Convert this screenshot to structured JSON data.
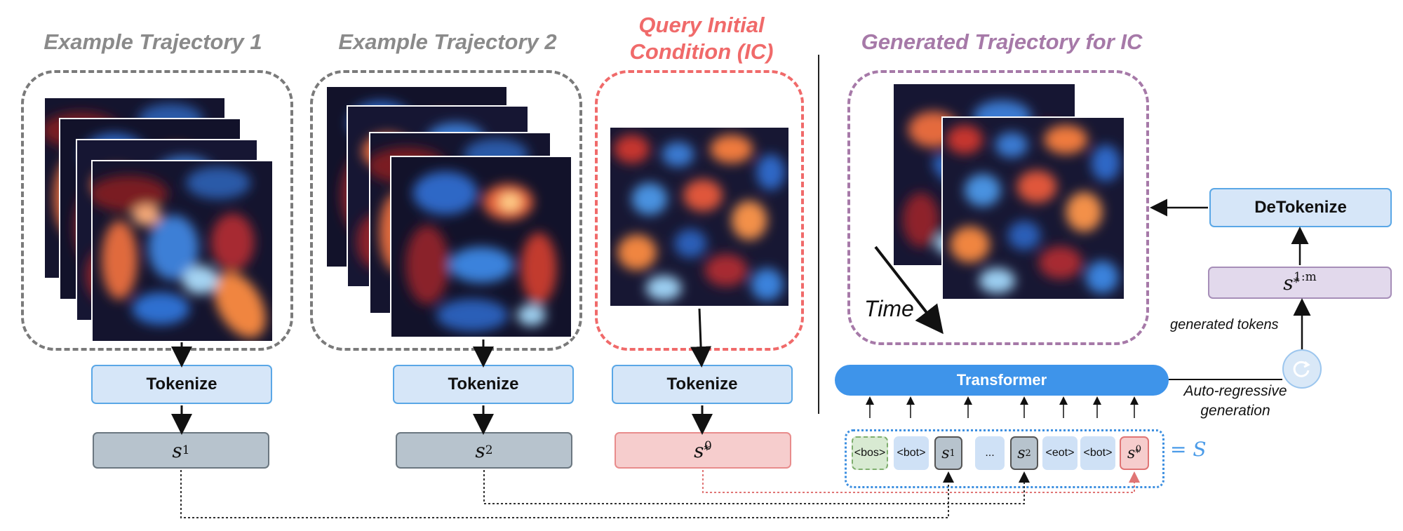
{
  "titles": {
    "traj1": "Example Trajectory 1",
    "traj2": "Example Trajectory 2",
    "query_line1": "Query Initial",
    "query_line2": "Condition (IC)",
    "generated": "Generated Trajectory for IC"
  },
  "boxes": {
    "tokenize": "Tokenize",
    "detokenize": "DeTokenize",
    "transformer": "Transformer"
  },
  "tokens": {
    "s1_base": "s",
    "s1_sub": "1",
    "s2_base": "s",
    "s2_sub": "2",
    "sq_base": "s",
    "sq_sub": "*",
    "sq_sup": "0",
    "gen_base": "s",
    "gen_sub": "*",
    "gen_sup": "1:m"
  },
  "sequence": {
    "bos": "<bos>",
    "bot": "<bot>",
    "ellipsis": "...",
    "eot": "<eot>",
    "equals": "= S"
  },
  "labels": {
    "time": "Time",
    "generated_tokens": "generated tokens",
    "autoregressive_line1": "Auto-regressive",
    "autoregressive_line2": "generation"
  },
  "colors": {
    "gray_title": "#8a8a8a",
    "red_title": "#f06a6a",
    "purple_title": "#a679a8",
    "transformer": "#3e94ea",
    "tokenize_fill": "#d6e6f8",
    "token_gray": "#b7c3cd",
    "token_pink": "#f6cdcd",
    "token_lavender": "#e2d9ec"
  }
}
